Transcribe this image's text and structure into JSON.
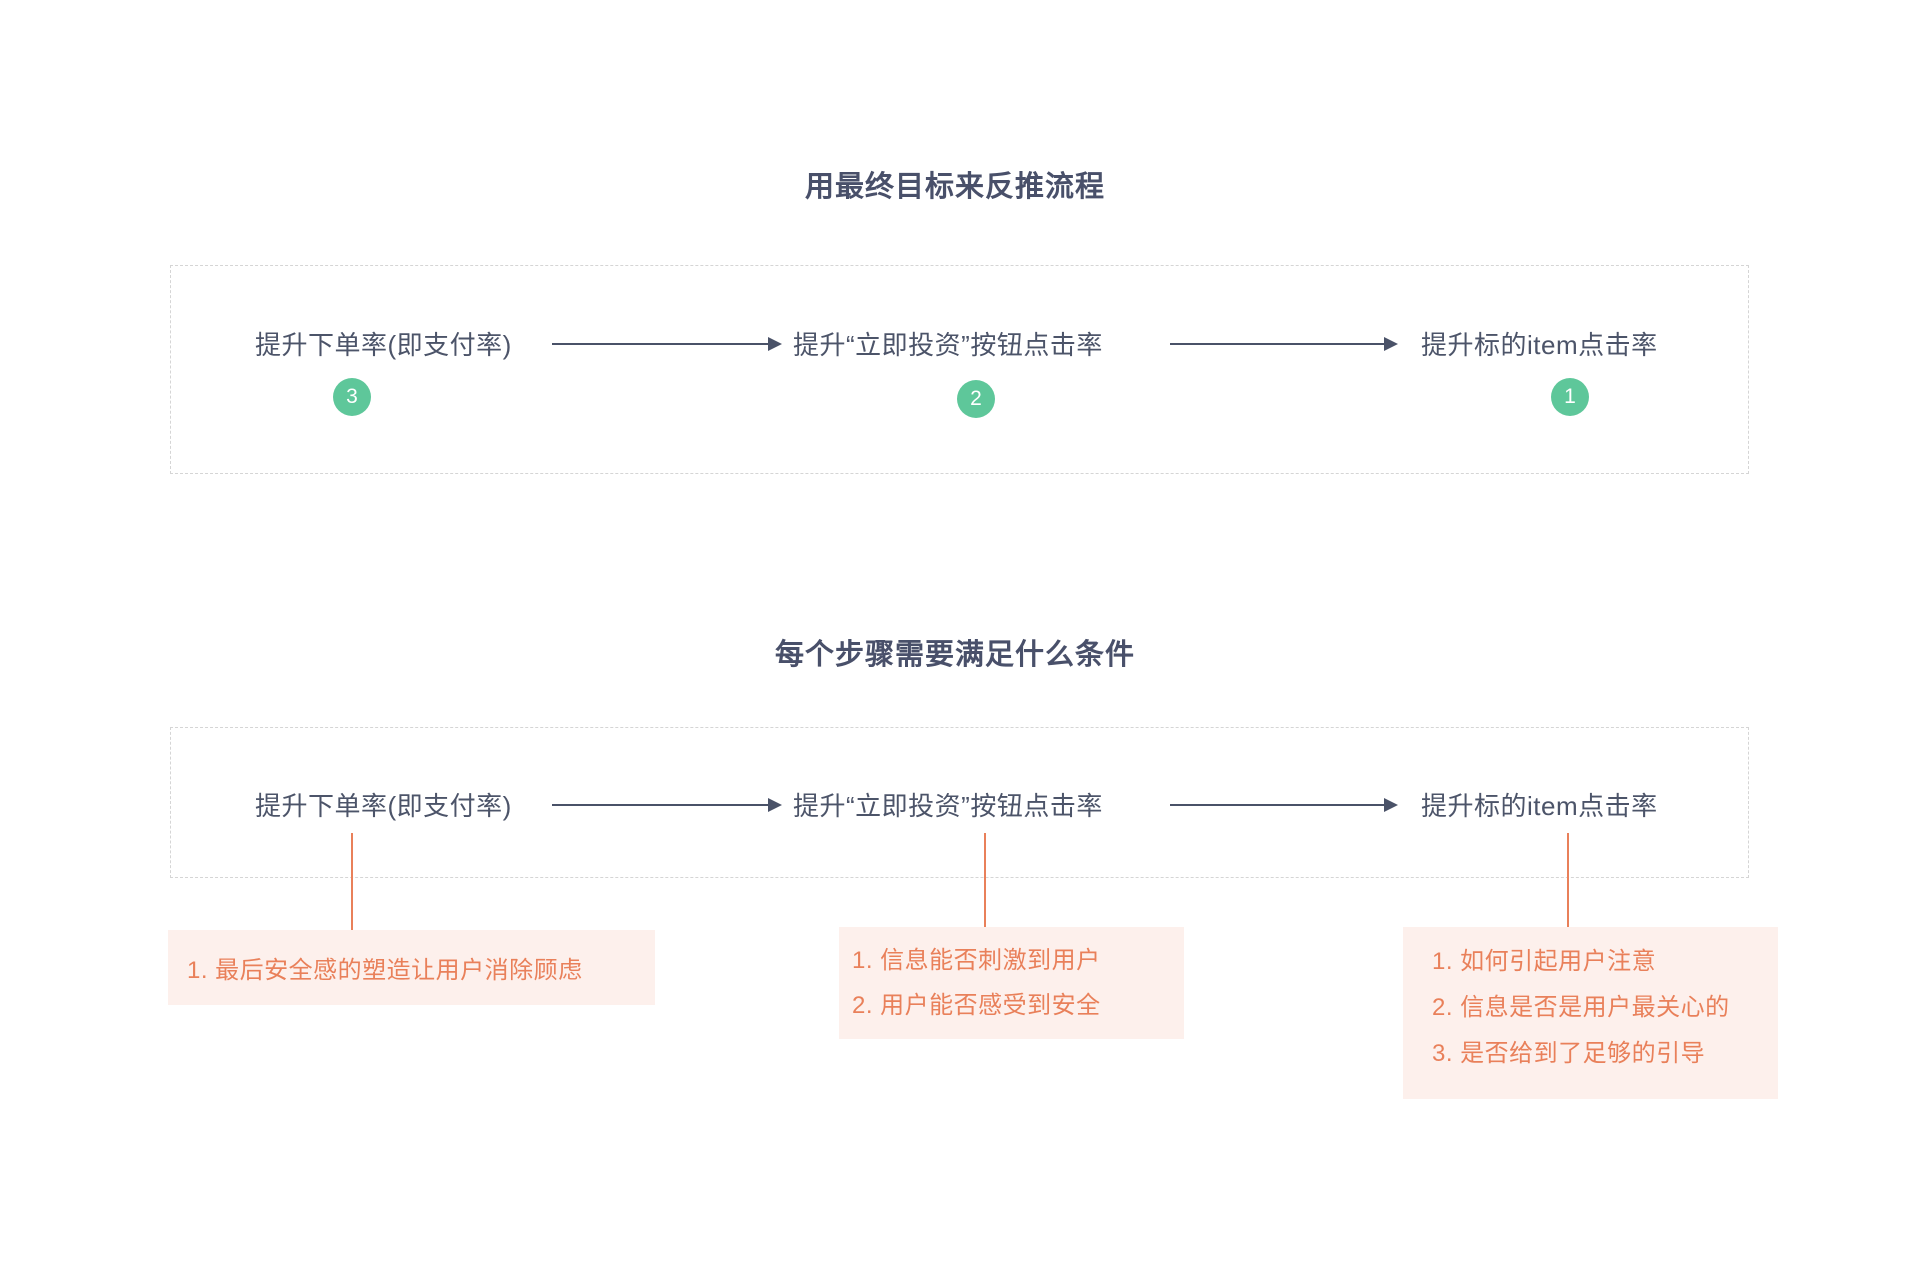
{
  "sections": [
    {
      "title": "用最终目标来反推流程",
      "nodes": [
        {
          "label": "提升下单率(即支付率)",
          "badge": "3"
        },
        {
          "label": "提升“立即投资”按钮点击率",
          "badge": "2"
        },
        {
          "label": "提升标的item点击率",
          "badge": "1"
        }
      ]
    },
    {
      "title": "每个步骤需要满足什么条件",
      "nodes": [
        {
          "label": "提升下单率(即支付率)",
          "notes": [
            "1. 最后安全感的塑造让用户消除顾虑"
          ]
        },
        {
          "label": "提升“立即投资”按钮点击率",
          "notes": [
            "1. 信息能否刺激到用户",
            "2. 用户能否感受到安全"
          ]
        },
        {
          "label": "提升标的item点击率",
          "notes": [
            "1. 如何引起用户注意",
            "2. 信息是否是用户最关心的",
            "3. 是否给到了足够的引导"
          ]
        }
      ]
    }
  ],
  "colors": {
    "step_badge_green": "#5ec79a",
    "annotation_orange": "#e9805a",
    "annotation_bg": "#fdf0ec",
    "node_text": "#4c5469",
    "dashed_border": "#d5d5d5"
  }
}
